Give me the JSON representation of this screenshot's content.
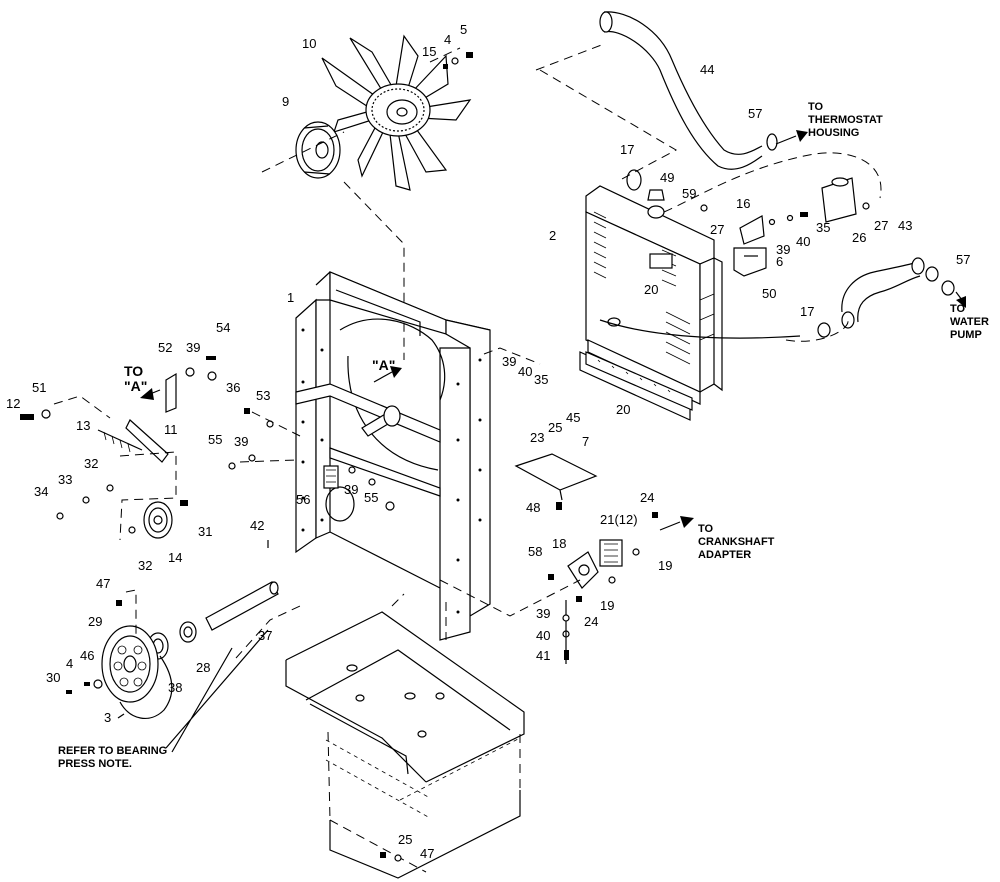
{
  "callouts": [
    {
      "id": "c1",
      "text": "1"
    },
    {
      "id": "c2",
      "text": "2"
    },
    {
      "id": "c3",
      "text": "3"
    },
    {
      "id": "c4a",
      "text": "4"
    },
    {
      "id": "c4b",
      "text": "4"
    },
    {
      "id": "c5",
      "text": "5"
    },
    {
      "id": "c6",
      "text": "6"
    },
    {
      "id": "c7",
      "text": "7"
    },
    {
      "id": "c9",
      "text": "9"
    },
    {
      "id": "c10",
      "text": "10"
    },
    {
      "id": "c11",
      "text": "11"
    },
    {
      "id": "c12",
      "text": "12"
    },
    {
      "id": "c13",
      "text": "13"
    },
    {
      "id": "c14",
      "text": "14"
    },
    {
      "id": "c15",
      "text": "15"
    },
    {
      "id": "c16",
      "text": "16"
    },
    {
      "id": "c17a",
      "text": "17"
    },
    {
      "id": "c17b",
      "text": "17"
    },
    {
      "id": "c18",
      "text": "18"
    },
    {
      "id": "c19a",
      "text": "19"
    },
    {
      "id": "c19b",
      "text": "19"
    },
    {
      "id": "c20a",
      "text": "20"
    },
    {
      "id": "c20b",
      "text": "20"
    },
    {
      "id": "c21",
      "text": "21(12)"
    },
    {
      "id": "c23",
      "text": "23"
    },
    {
      "id": "c24a",
      "text": "24"
    },
    {
      "id": "c24b",
      "text": "24"
    },
    {
      "id": "c25a",
      "text": "25"
    },
    {
      "id": "c25b",
      "text": "25"
    },
    {
      "id": "c26",
      "text": "26"
    },
    {
      "id": "c27a",
      "text": "27"
    },
    {
      "id": "c27b",
      "text": "27"
    },
    {
      "id": "c28",
      "text": "28"
    },
    {
      "id": "c29",
      "text": "29"
    },
    {
      "id": "c30",
      "text": "30"
    },
    {
      "id": "c31",
      "text": "31"
    },
    {
      "id": "c32a",
      "text": "32"
    },
    {
      "id": "c32b",
      "text": "32"
    },
    {
      "id": "c33",
      "text": "33"
    },
    {
      "id": "c34",
      "text": "34"
    },
    {
      "id": "c35a",
      "text": "35"
    },
    {
      "id": "c35b",
      "text": "35"
    },
    {
      "id": "c36",
      "text": "36"
    },
    {
      "id": "c37",
      "text": "37"
    },
    {
      "id": "c38",
      "text": "38"
    },
    {
      "id": "c39a",
      "text": "39"
    },
    {
      "id": "c39b",
      "text": "39"
    },
    {
      "id": "c39c",
      "text": "39"
    },
    {
      "id": "c39d",
      "text": "39"
    },
    {
      "id": "c39e",
      "text": "39"
    },
    {
      "id": "c39f",
      "text": "39"
    },
    {
      "id": "c40a",
      "text": "40"
    },
    {
      "id": "c40b",
      "text": "40"
    },
    {
      "id": "c40c",
      "text": "40"
    },
    {
      "id": "c41",
      "text": "41"
    },
    {
      "id": "c42",
      "text": "42"
    },
    {
      "id": "c43",
      "text": "43"
    },
    {
      "id": "c44",
      "text": "44"
    },
    {
      "id": "c45",
      "text": "45"
    },
    {
      "id": "c46",
      "text": "46"
    },
    {
      "id": "c47a",
      "text": "47"
    },
    {
      "id": "c47b",
      "text": "47"
    },
    {
      "id": "c48",
      "text": "48"
    },
    {
      "id": "c49",
      "text": "49"
    },
    {
      "id": "c50",
      "text": "50"
    },
    {
      "id": "c51",
      "text": "51"
    },
    {
      "id": "c52",
      "text": "52"
    },
    {
      "id": "c53",
      "text": "53"
    },
    {
      "id": "c54",
      "text": "54"
    },
    {
      "id": "c55a",
      "text": "55"
    },
    {
      "id": "c55b",
      "text": "55"
    },
    {
      "id": "c56",
      "text": "56"
    },
    {
      "id": "c57a",
      "text": "57"
    },
    {
      "id": "c57b",
      "text": "57"
    },
    {
      "id": "c58",
      "text": "58"
    },
    {
      "id": "c59",
      "text": "59"
    }
  ],
  "notes": {
    "thermostat": [
      "TO",
      "THERMOSTAT",
      "HOUSING"
    ],
    "water_pump": [
      "TO",
      "WATER",
      "PUMP"
    ],
    "crankshaft": [
      "TO",
      "CRANKSHAFT",
      "ADAPTER"
    ],
    "to_a": [
      "TO",
      "\"A\""
    ],
    "view_a": "\"A\"",
    "bearing": [
      "REFER TO BEARING",
      "PRESS NOTE."
    ]
  }
}
